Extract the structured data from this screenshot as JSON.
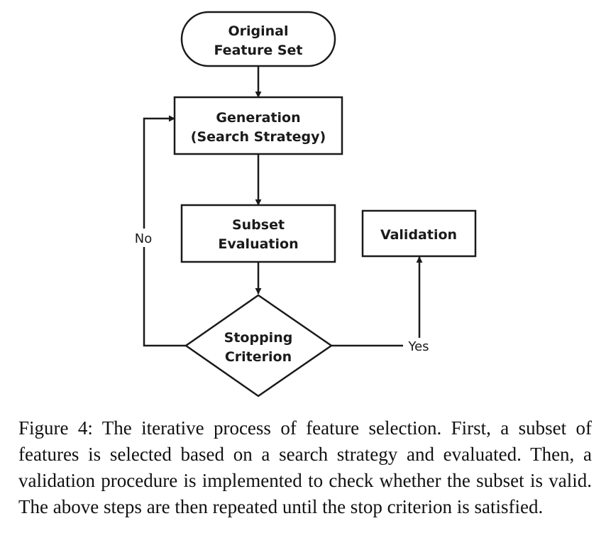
{
  "diagram": {
    "nodes": {
      "original": {
        "line1": "Original",
        "line2": "Feature Set"
      },
      "generation": {
        "line1": "Generation",
        "line2": "(Search Strategy)"
      },
      "evaluation": {
        "line1": "Subset",
        "line2": "Evaluation"
      },
      "validation": {
        "line1": "Validation"
      },
      "stopping": {
        "line1": "Stopping",
        "line2": "Criterion"
      }
    },
    "edges": {
      "no_label": "No",
      "yes_label": "Yes"
    }
  },
  "caption": {
    "text": "Figure 4: The iterative process of feature selection. First, a subset of features is selected based on a search strategy and evaluated. Then, a validation procedure is implemented to check whether the subset is valid. The above steps are then repeated until the stop criterion is satisfied."
  }
}
